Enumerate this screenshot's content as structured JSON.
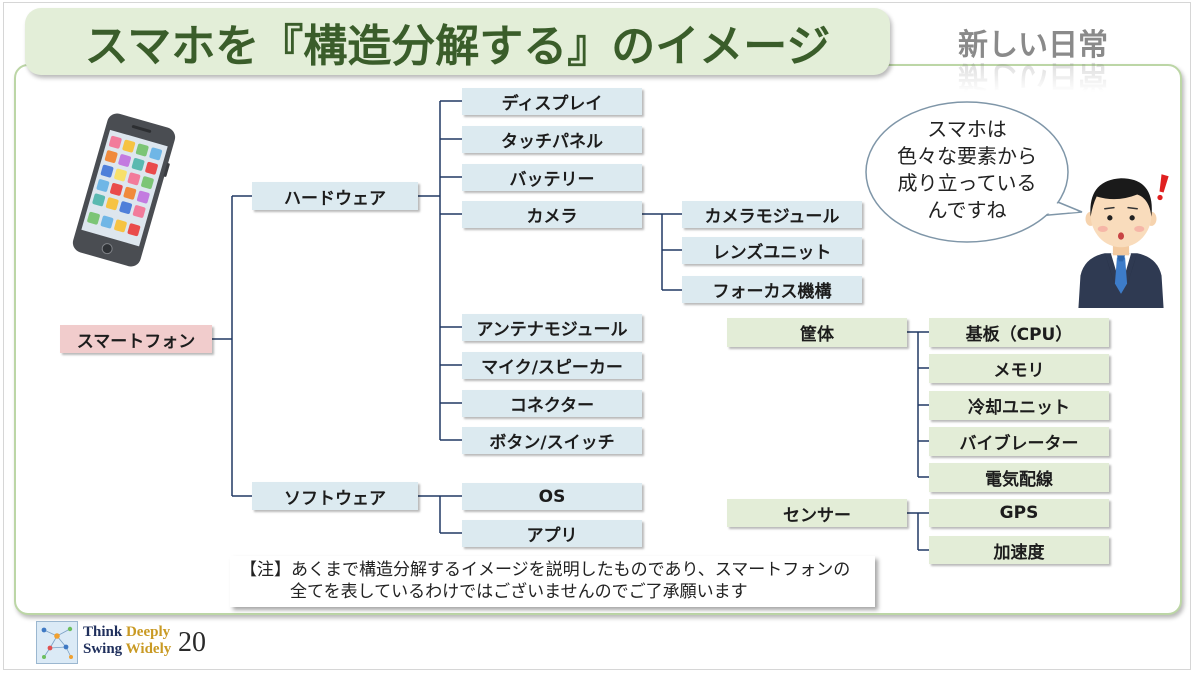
{
  "title": "スマホを『構造分解する』のイメージ",
  "corner_label": "新しい日常",
  "tree": {
    "root": "スマートフォン",
    "hardware": {
      "label": "ハードウェア",
      "items": [
        "ディスプレイ",
        "タッチパネル",
        "バッテリー",
        "カメラ",
        "アンテナモジュール",
        "マイク/スピーカー",
        "コネクター",
        "ボタン/スイッチ"
      ],
      "camera_items": [
        "カメラモジュール",
        "レンズユニット",
        "フォーカス機構"
      ]
    },
    "software": {
      "label": "ソフトウェア",
      "items": [
        "OS",
        "アプリ"
      ]
    },
    "housing": {
      "label": "筐体",
      "items": [
        "基板（CPU）",
        "メモリ",
        "冷却ユニット",
        "バイブレーター",
        "電気配線"
      ]
    },
    "sensor": {
      "label": "センサー",
      "items": [
        "GPS",
        "加速度"
      ]
    }
  },
  "speech_bubble": {
    "lines": [
      "スマホは",
      "色々な要素から",
      "成り立っている",
      "んですね"
    ]
  },
  "note": {
    "prefix": "【注】",
    "line1": "あくまで構造分解するイメージを説明したものであり、スマートフォンの",
    "line2": "全てを表しているわけではございませんのでご了承願います"
  },
  "footer": {
    "think": "Think",
    "deeply": "Deeply",
    "swing": "Swing",
    "widely": "Widely",
    "page_number": "20"
  },
  "icons": {
    "phone": "smartphone-illustration",
    "person": "businessman-surprised-illustration",
    "logo": "network-logo-icon"
  },
  "colors": {
    "title_text": "#3a5d2a",
    "title_bg": "#e3eed8",
    "node_blue": "#dceaf0",
    "node_green": "#e3edd7",
    "node_root": "#f1cccc",
    "connector": "#203864",
    "footer_navy": "#1f2f5c",
    "footer_gold": "#c99a24"
  }
}
